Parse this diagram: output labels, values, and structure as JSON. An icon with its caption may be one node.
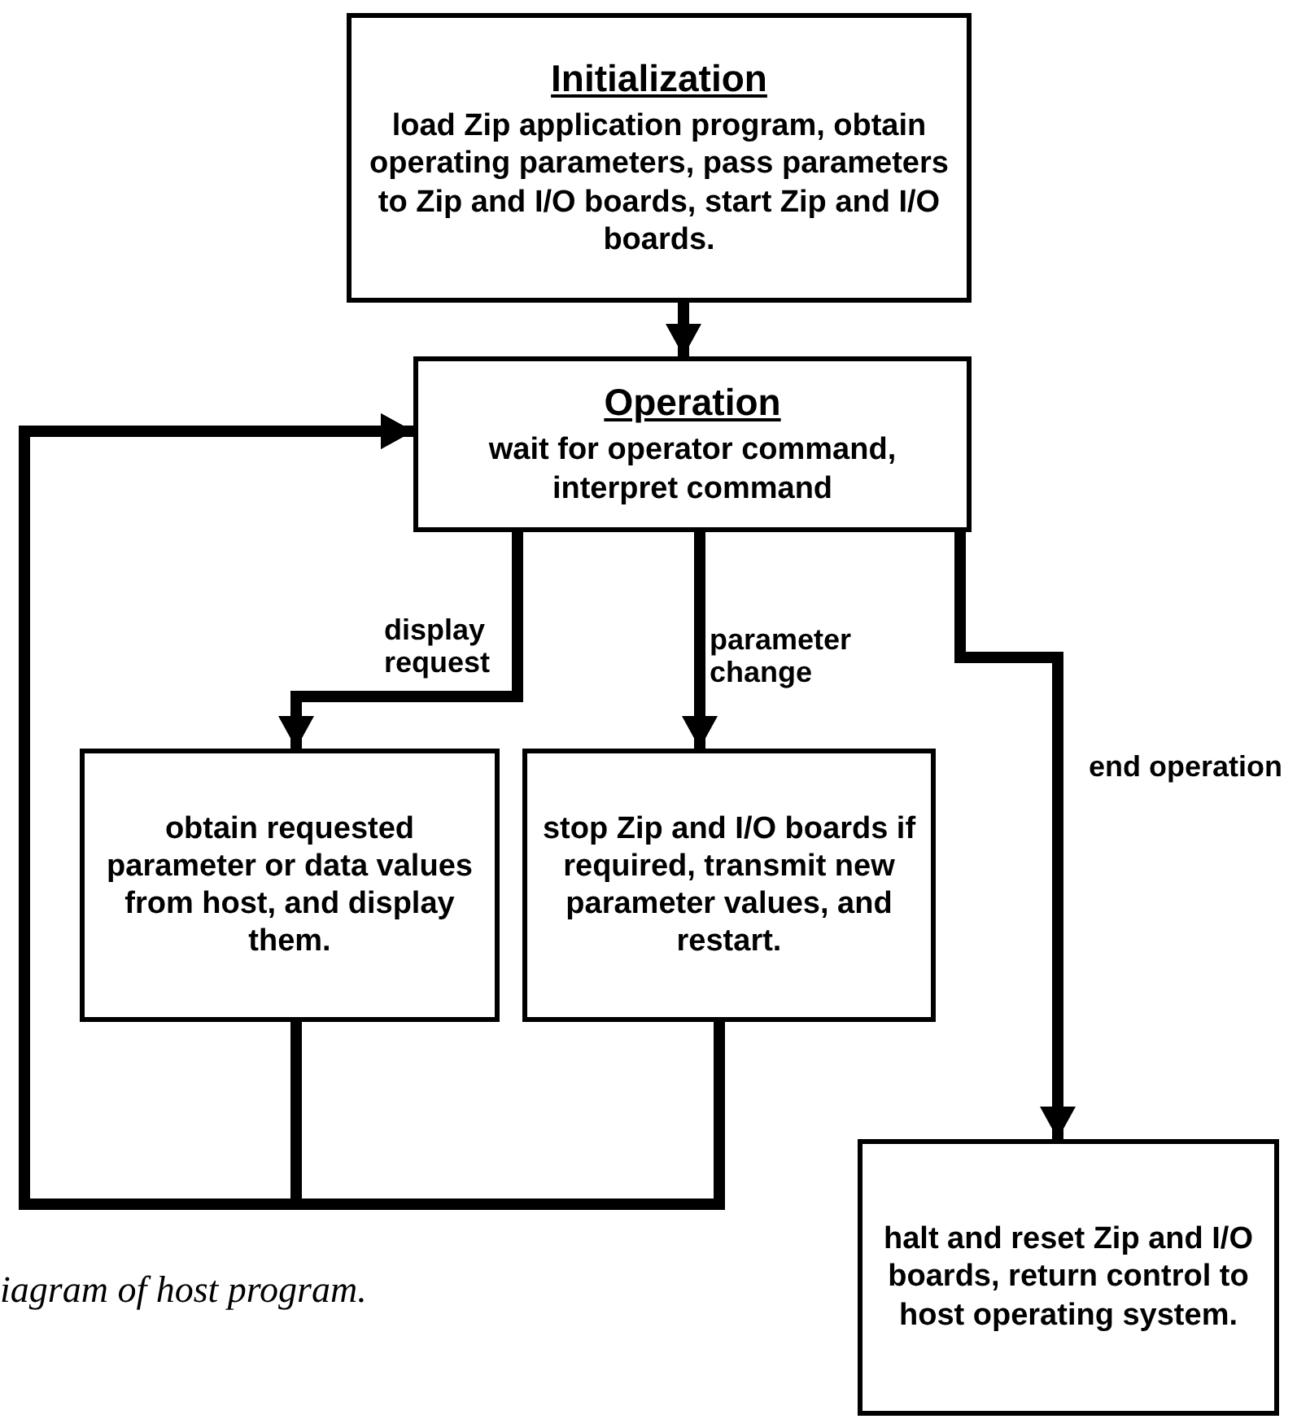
{
  "diagram": {
    "caption": "iagram of host program.",
    "nodes": [
      {
        "text": [
          "Initialization",
          "load Zip application program, obtain operating parameters, pass parameters to Zip and I/O boards, start Zip and I/O boards."
        ]
      },
      {
        "text": [
          "Operation",
          "wait for operator command, interpret command"
        ]
      },
      {
        "text": [
          "obtain requested parameter or data values from host, and display them."
        ]
      },
      {
        "text": [
          "stop Zip and I/O boards if required, transmit new parameter values, and restart."
        ]
      },
      {
        "text": [
          "halt and reset Zip and I/O boards, return control to host operating system."
        ]
      }
    ],
    "edges": [
      {
        "from": 0,
        "to": 1,
        "arrow": "to"
      },
      {
        "from": 1,
        "to": 2,
        "arrow": "to",
        "label": "display request"
      },
      {
        "from": 1,
        "to": 3,
        "arrow": "to",
        "label": "parameter change"
      },
      {
        "from": 1,
        "to": 4,
        "arrow": "to",
        "label": "end operation"
      },
      {
        "from": 2,
        "to": 1,
        "arrow": "to"
      },
      {
        "from": 3,
        "to": 1,
        "arrow": "to"
      }
    ]
  }
}
